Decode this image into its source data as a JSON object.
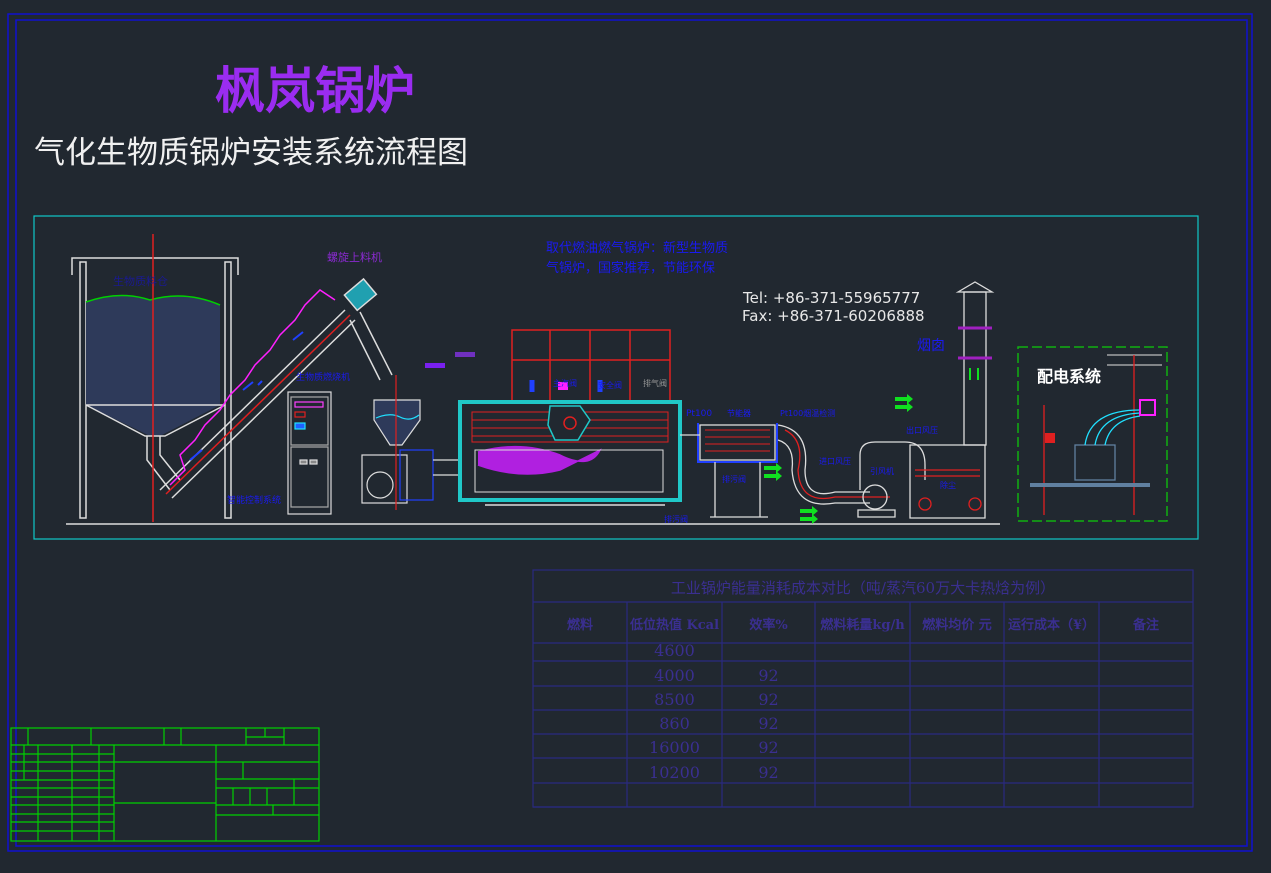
{
  "brand_title": "枫岚锅炉",
  "subtitle": "气化生物质锅炉安装系统流程图",
  "slogan": [
    "取代燃油燃气锅炉：新型生物质",
    "气锅炉，国家推荐，节能环保"
  ],
  "contact": {
    "tel": "Tel: +86-371-55965777",
    "fax": "Fax: +86-371-60206888"
  },
  "labels": {
    "silo": "生物质料仓",
    "screw_feeder": "螺旋上料机",
    "burner": "生物质燃烧机",
    "control": "智能控制系统",
    "main_valve": "主汽阀",
    "safety_valve": "安全阀",
    "exhaust_valve": "排气阀",
    "pt100": "Pt100",
    "economizer": "节能器",
    "pt100_flue": "Pt100烟温检测",
    "blowdown_valve": "排污阀",
    "blowdown_valve2": "排污阀",
    "inlet_pressure": "进口风压",
    "outlet_pressure": "出口风压",
    "fan": "引风机",
    "dust": "除尘",
    "chimney": "烟囱",
    "power": "配电系统"
  },
  "table": {
    "title": "工业锅炉能量消耗成本对比（吨/蒸汽60万大卡热焓为例）",
    "headers": [
      "燃料",
      "低位热值 Kcal",
      "效率%",
      "燃料耗量kg/h",
      "燃料均价 元",
      "运行成本（¥）",
      "备注"
    ],
    "rows": [
      [
        "",
        "4600",
        "",
        "",
        "",
        "",
        ""
      ],
      [
        "",
        "4000",
        "92",
        "",
        "",
        "",
        ""
      ],
      [
        "",
        "8500",
        "92",
        "",
        "",
        "",
        ""
      ],
      [
        "",
        "860",
        "92",
        "",
        "",
        "",
        ""
      ],
      [
        "",
        "16000",
        "92",
        "",
        "",
        "",
        ""
      ],
      [
        "",
        "10200",
        "92",
        "",
        "",
        "",
        ""
      ],
      [
        "",
        "",
        "",
        "",
        "",
        "",
        ""
      ]
    ]
  },
  "colors": {
    "background": "#212830",
    "border": "#1010d0",
    "frame": "#10c8c8",
    "title": "#9a2cf0",
    "label": "#1a1af0",
    "titleblock": "#00d000"
  }
}
